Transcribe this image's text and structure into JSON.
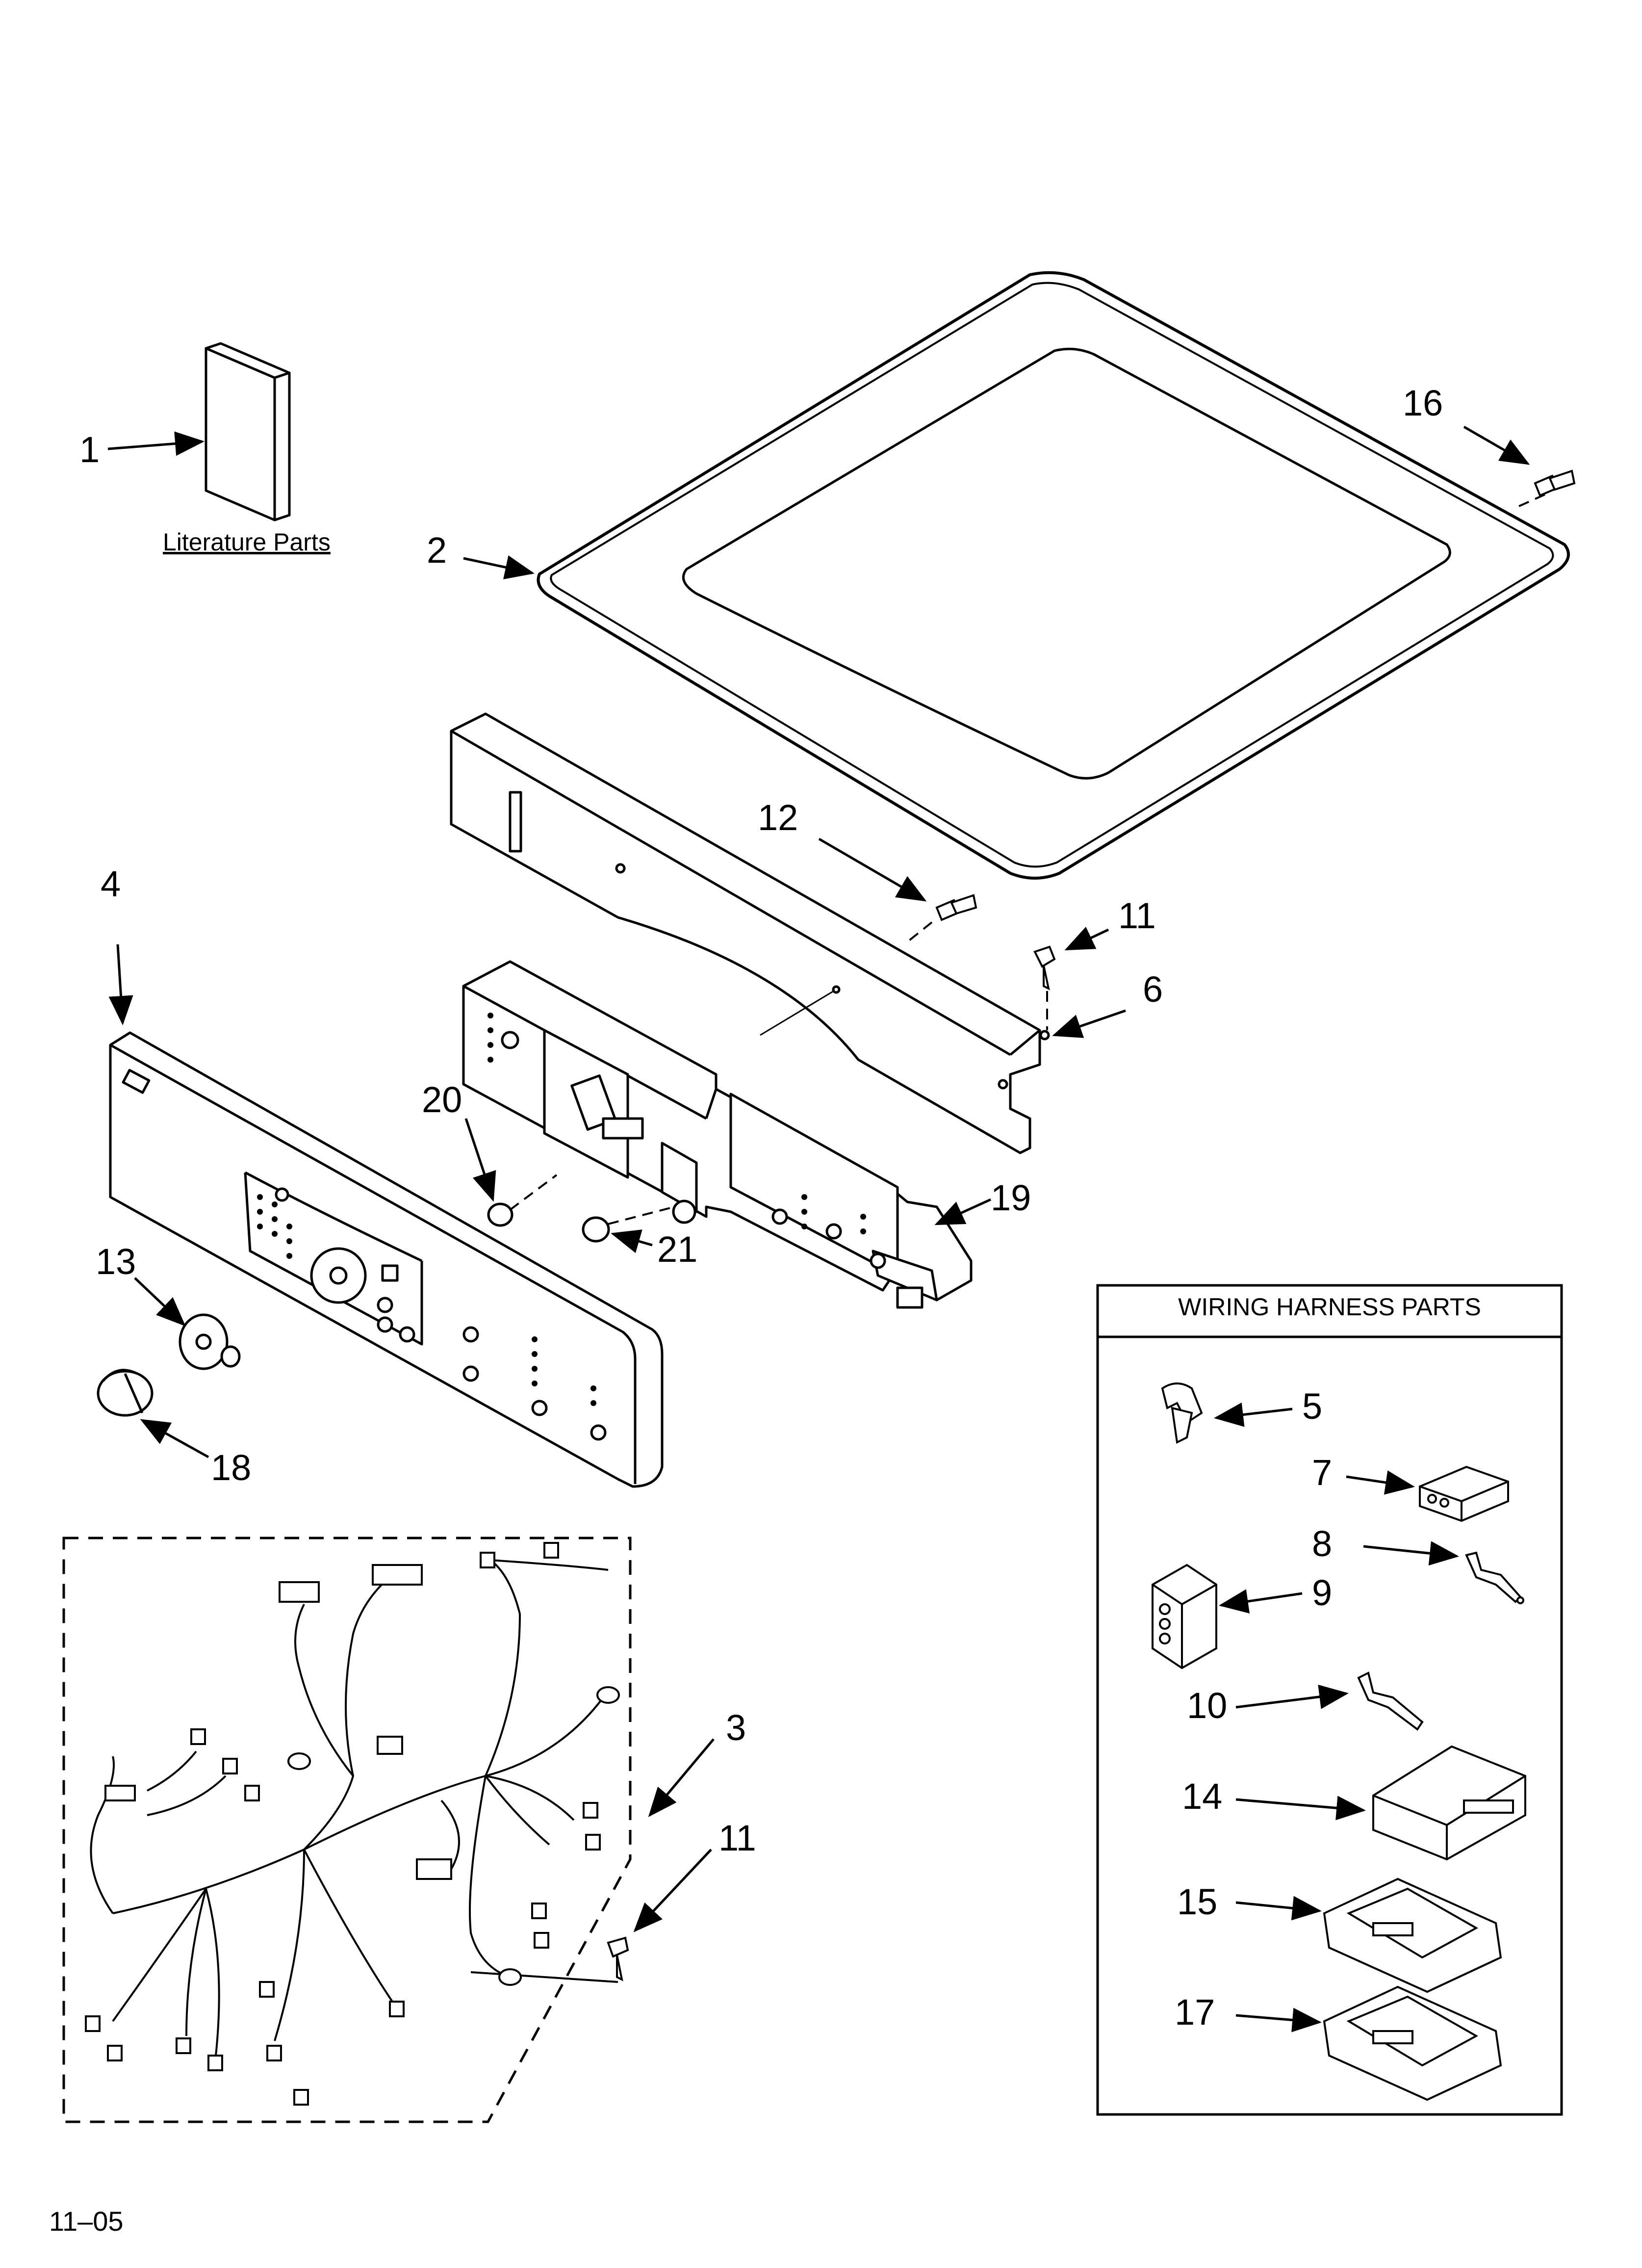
{
  "callouts": {
    "c1": "1",
    "c2": "2",
    "c3": "3",
    "c4": "4",
    "c5": "5",
    "c6": "6",
    "c7": "7",
    "c8": "8",
    "c9": "9",
    "c10": "10",
    "c11a": "11",
    "c11b": "11",
    "c12": "12",
    "c13": "13",
    "c14": "14",
    "c15": "15",
    "c16": "16",
    "c17": "17",
    "c18": "18",
    "c19": "19",
    "c20": "20",
    "c21": "21"
  },
  "literature_label": "Literature Parts",
  "wiring_box_title": "WIRING HARNESS PARTS",
  "footer_code": "11–05",
  "colors": {
    "line": "#000000",
    "fill": "#ffffff",
    "shade": "#dddddd"
  }
}
